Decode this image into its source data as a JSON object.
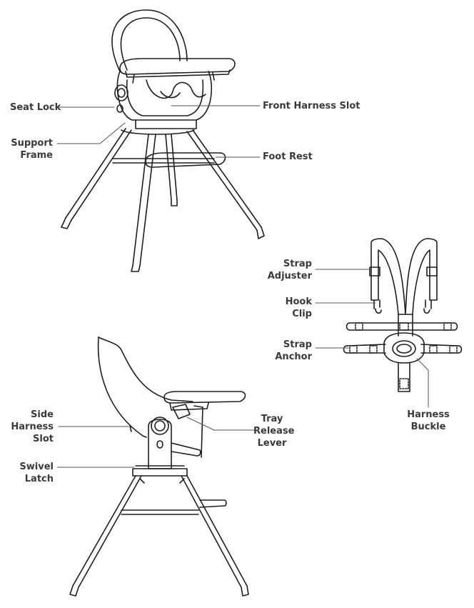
{
  "colors": {
    "ink": "#1e1e1e",
    "label": "#3a3a3a",
    "leader": "#555555",
    "background": "#ffffff"
  },
  "labels": {
    "seat_lock": "Seat Lock",
    "front_harness_slot": "Front Harness Slot",
    "support_frame": [
      "Support",
      "Frame"
    ],
    "foot_rest": "Foot Rest",
    "strap_adjuster": [
      "Strap",
      "Adjuster"
    ],
    "hook_clip": [
      "Hook",
      "Clip"
    ],
    "strap_anchor": [
      "Strap",
      "Anchor"
    ],
    "harness_buckle": [
      "Harness",
      "Buckle"
    ],
    "side_harness_slot": [
      "Side",
      "Harness",
      "Slot"
    ],
    "tray_release_lever": [
      "Tray",
      "Release",
      "Lever"
    ],
    "swivel_latch": [
      "Swivel",
      "Latch"
    ]
  }
}
